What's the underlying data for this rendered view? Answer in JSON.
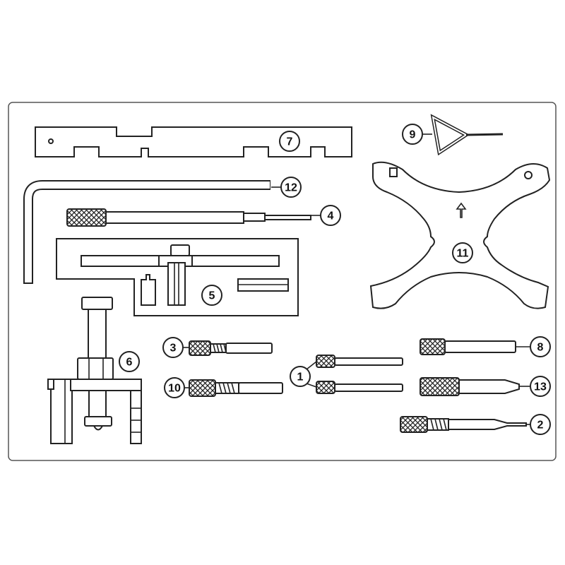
{
  "title": "Engine timing tool kit parts diagram",
  "labels": {
    "t1": "1",
    "t2": "2",
    "t3": "3",
    "t4": "4",
    "t5": "5",
    "t6": "6",
    "t7": "7",
    "t8": "8",
    "t9": "9",
    "t10": "10",
    "t11": "11",
    "t12": "12",
    "t13": "13"
  },
  "colors": {
    "line": "#222222",
    "frame": "#555555",
    "background": "#ffffff"
  }
}
